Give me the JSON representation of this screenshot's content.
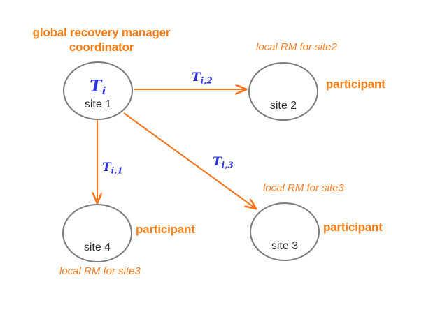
{
  "diagram": {
    "title_line1": "global recovery manager",
    "title_line2": "coordinator",
    "colors": {
      "orange": "#f77d16",
      "blue": "#2c35e0",
      "node_stroke": "#7b7b7b",
      "site_text": "#2e2e2e",
      "background": "#ffffff"
    },
    "nodes": [
      {
        "id": "site1",
        "transaction": "T",
        "transaction_sub": "i",
        "site_label": "site 1",
        "role": "",
        "rm_note": ""
      },
      {
        "id": "site2",
        "transaction": "",
        "transaction_sub": "",
        "site_label": "site 2",
        "role": "participant",
        "rm_note": "local RM for site2"
      },
      {
        "id": "site3",
        "transaction": "",
        "transaction_sub": "",
        "site_label": "site 3",
        "role": "participant",
        "rm_note": "local RM for site3"
      },
      {
        "id": "site4",
        "transaction": "",
        "transaction_sub": "",
        "site_label": "site 4",
        "role": "participant",
        "rm_note": "local RM for site3"
      }
    ],
    "edges": [
      {
        "id": "e-site1-site2",
        "from": "site1",
        "to": "site2",
        "label": "T",
        "label_sub": "i,2"
      },
      {
        "id": "e-site1-site4",
        "from": "site1",
        "to": "site4",
        "label": "T",
        "label_sub": "i,1"
      },
      {
        "id": "e-site1-site3",
        "from": "site1",
        "to": "site3",
        "label": "T",
        "label_sub": "i,3"
      }
    ]
  }
}
